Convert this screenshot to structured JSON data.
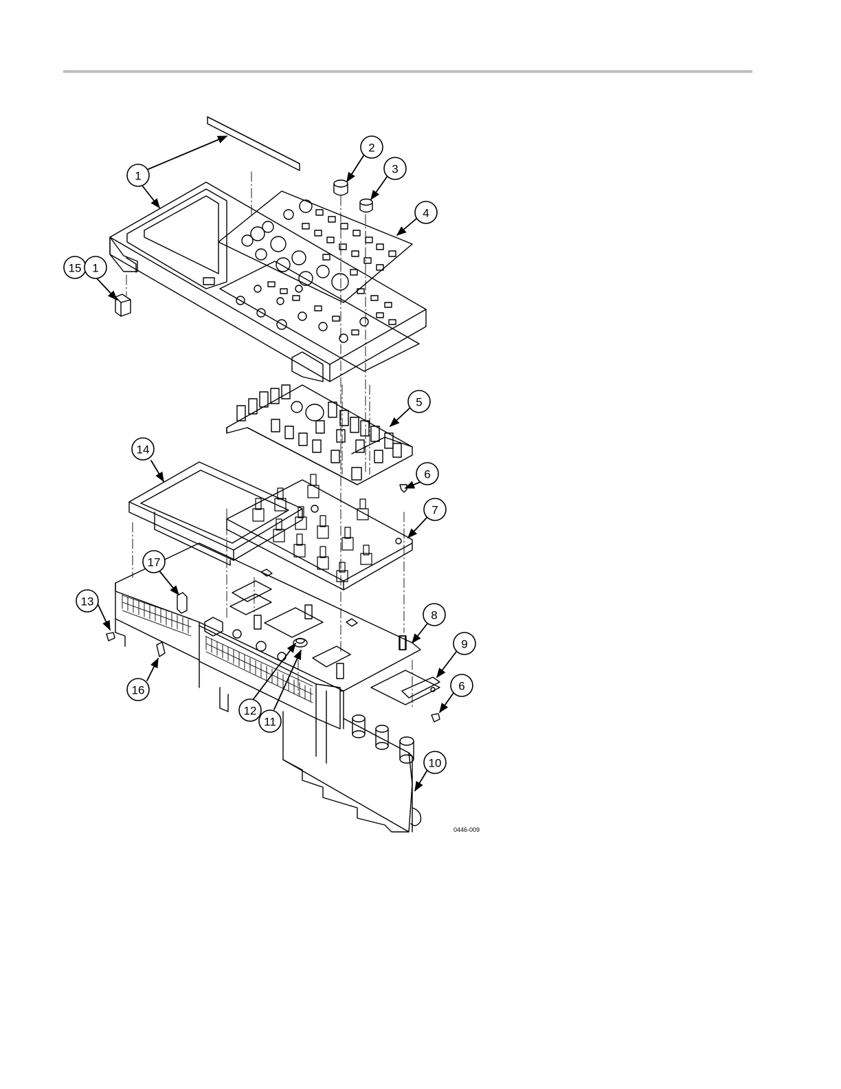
{
  "figure": {
    "number": "0446-009",
    "callouts": [
      "1",
      "2",
      "3",
      "4",
      "5",
      "6",
      "7",
      "8",
      "9",
      "10",
      "11",
      "12",
      "13",
      "14",
      "15",
      "16",
      "17"
    ]
  },
  "colors": {
    "line": "#000000",
    "rule": "#bfbfbf"
  }
}
